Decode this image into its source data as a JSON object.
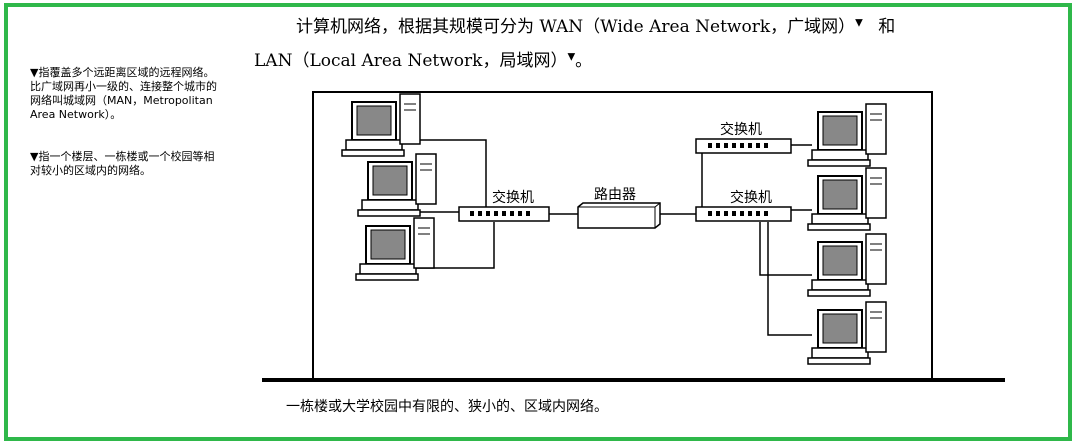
{
  "intro": {
    "line1": "计算机网络，根据其规模可分为 WAN（Wide Area Network，广域网）",
    "line1_tail": "和",
    "line2": "LAN（Local Area Network，局域网）",
    "line2_tail": "。",
    "marker": "▼"
  },
  "notes": {
    "wan": "▼指覆盖多个远距离区域的远程网络。比广域网再小一级的、连接整个城市的网络叫城域网（MAN，Metropolitan Area Network）。",
    "lan": "▼指一个楼层、一栋楼或一个校园等相对较小的区域内的网络。"
  },
  "diagram": {
    "switch_left": "交换机",
    "router": "路由器",
    "switch_right_top": "交换机",
    "switch_right_bottom": "交换机"
  },
  "caption": "一栋楼或大学校园中有限的、狭小的、区域内网络。",
  "colors": {
    "frame": "#2fb84a"
  }
}
